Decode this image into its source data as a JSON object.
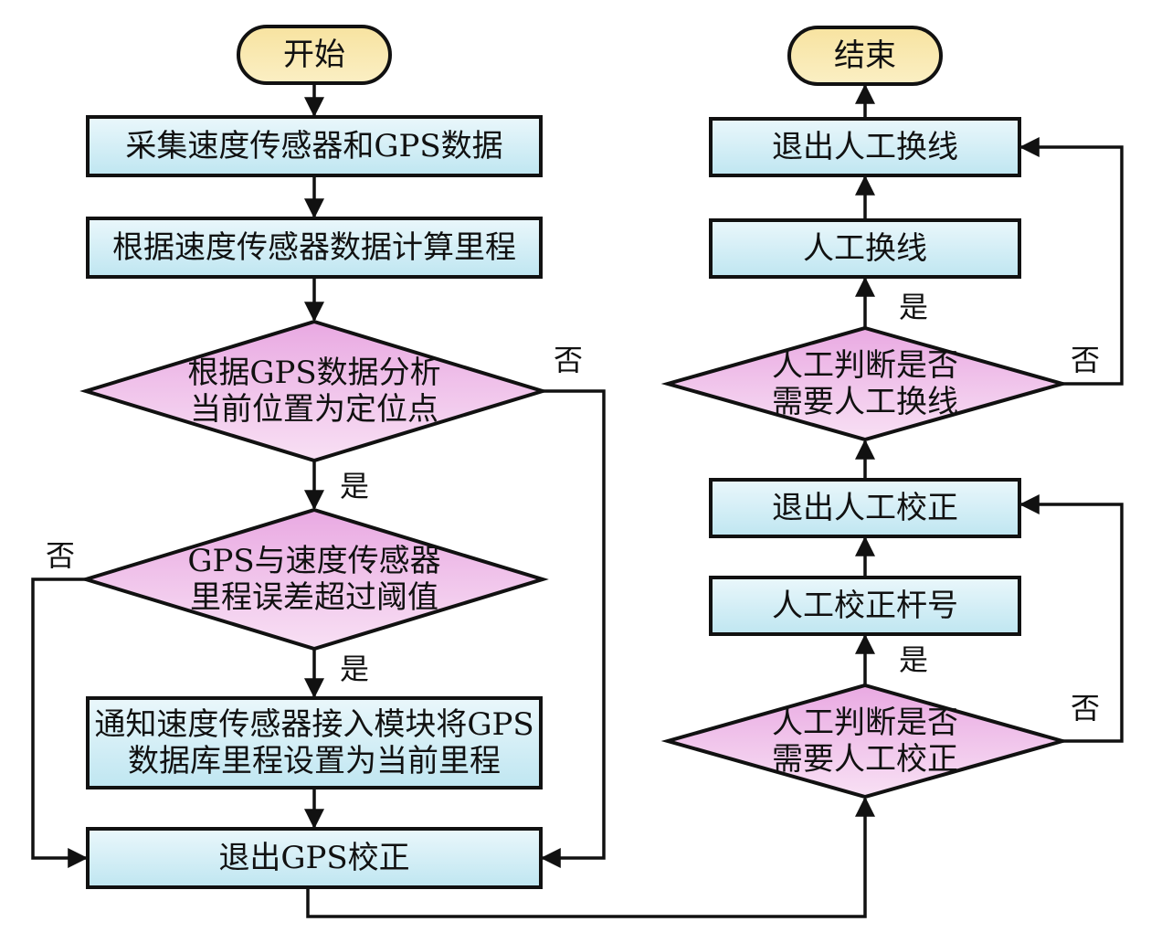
{
  "title": "GPS and speed sensor mileage correction flowchart",
  "colors": {
    "terminal_fill_top": "#f7e3a0",
    "terminal_fill_bottom": "#fbefc4",
    "process_fill_top": "#eaf7fb",
    "process_fill_bottom": "#bfe6f1",
    "decision_fill_top": "#e9a9e2",
    "decision_fill_bottom": "#f8e0f4",
    "stroke": "#111111"
  },
  "nodes": {
    "start": {
      "type": "terminal",
      "lines": [
        "开始"
      ]
    },
    "collect": {
      "type": "process",
      "lines": [
        "采集速度传感器和GPS数据"
      ]
    },
    "calc_mileage": {
      "type": "process",
      "lines": [
        "根据速度传感器数据计算里程"
      ]
    },
    "is_locating_point": {
      "type": "decision",
      "lines": [
        "根据GPS数据分析",
        "当前位置为定位点"
      ]
    },
    "error_exceeds": {
      "type": "decision",
      "lines": [
        "GPS与速度传感器",
        "里程误差超过阈值"
      ]
    },
    "notify_module": {
      "type": "process",
      "lines": [
        "通知速度传感器接入模块将GPS",
        "数据库里程设置为当前里程"
      ]
    },
    "exit_gps": {
      "type": "process",
      "lines": [
        "退出GPS校正"
      ]
    },
    "need_manual_correct": {
      "type": "decision",
      "lines": [
        "人工判断是否",
        "需要人工校正"
      ]
    },
    "manual_correct_pole": {
      "type": "process",
      "lines": [
        "人工校正杆号"
      ]
    },
    "exit_manual_correct": {
      "type": "process",
      "lines": [
        "退出人工校正"
      ]
    },
    "need_manual_switch": {
      "type": "decision",
      "lines": [
        "人工判断是否",
        "需要人工换线"
      ]
    },
    "manual_switch": {
      "type": "process",
      "lines": [
        "人工换线"
      ]
    },
    "exit_manual_switch": {
      "type": "process",
      "lines": [
        "退出人工换线"
      ]
    },
    "end": {
      "type": "terminal",
      "lines": [
        "结束"
      ]
    }
  },
  "edges": [
    {
      "from": "start",
      "to": "collect",
      "label": ""
    },
    {
      "from": "collect",
      "to": "calc_mileage",
      "label": ""
    },
    {
      "from": "calc_mileage",
      "to": "is_locating_point",
      "label": ""
    },
    {
      "from": "is_locating_point",
      "to": "error_exceeds",
      "label": "是"
    },
    {
      "from": "is_locating_point",
      "to": "exit_gps",
      "label": "否"
    },
    {
      "from": "error_exceeds",
      "to": "notify_module",
      "label": "是"
    },
    {
      "from": "error_exceeds",
      "to": "exit_gps",
      "label": "否"
    },
    {
      "from": "notify_module",
      "to": "exit_gps",
      "label": ""
    },
    {
      "from": "exit_gps",
      "to": "need_manual_correct",
      "label": ""
    },
    {
      "from": "need_manual_correct",
      "to": "manual_correct_pole",
      "label": "是"
    },
    {
      "from": "need_manual_correct",
      "to": "exit_manual_correct",
      "label": "否"
    },
    {
      "from": "manual_correct_pole",
      "to": "exit_manual_correct",
      "label": ""
    },
    {
      "from": "exit_manual_correct",
      "to": "need_manual_switch",
      "label": ""
    },
    {
      "from": "need_manual_switch",
      "to": "manual_switch",
      "label": "是"
    },
    {
      "from": "need_manual_switch",
      "to": "exit_manual_switch",
      "label": "否"
    },
    {
      "from": "manual_switch",
      "to": "exit_manual_switch",
      "label": ""
    },
    {
      "from": "exit_manual_switch",
      "to": "end",
      "label": ""
    }
  ]
}
